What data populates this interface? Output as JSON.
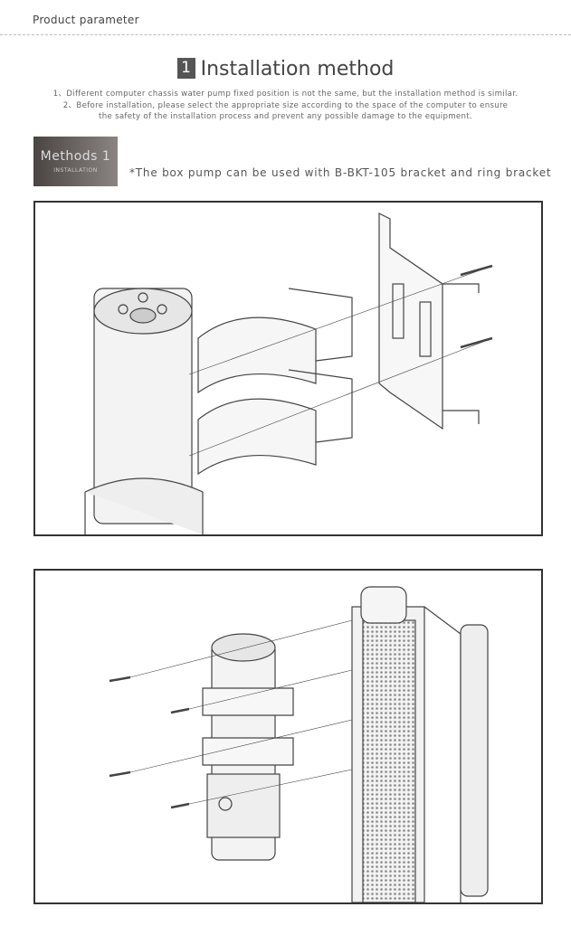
{
  "header": {
    "section": "Product parameter"
  },
  "title": {
    "number": "1",
    "text": "Installation method"
  },
  "notes": [
    "1、Different computer chassis water pump fixed position is not the same, but the installation method is similar.",
    "2、Before installation, please select the appropriate size according to the space of the computer to ensure",
    "the safety of the installation process and prevent any possible damage to the equipment."
  ],
  "method": {
    "label": "Methods 1",
    "sub": "INSTALLATION",
    "note": "*The box pump can be used with B-BKT-105 bracket and ring bracket"
  }
}
